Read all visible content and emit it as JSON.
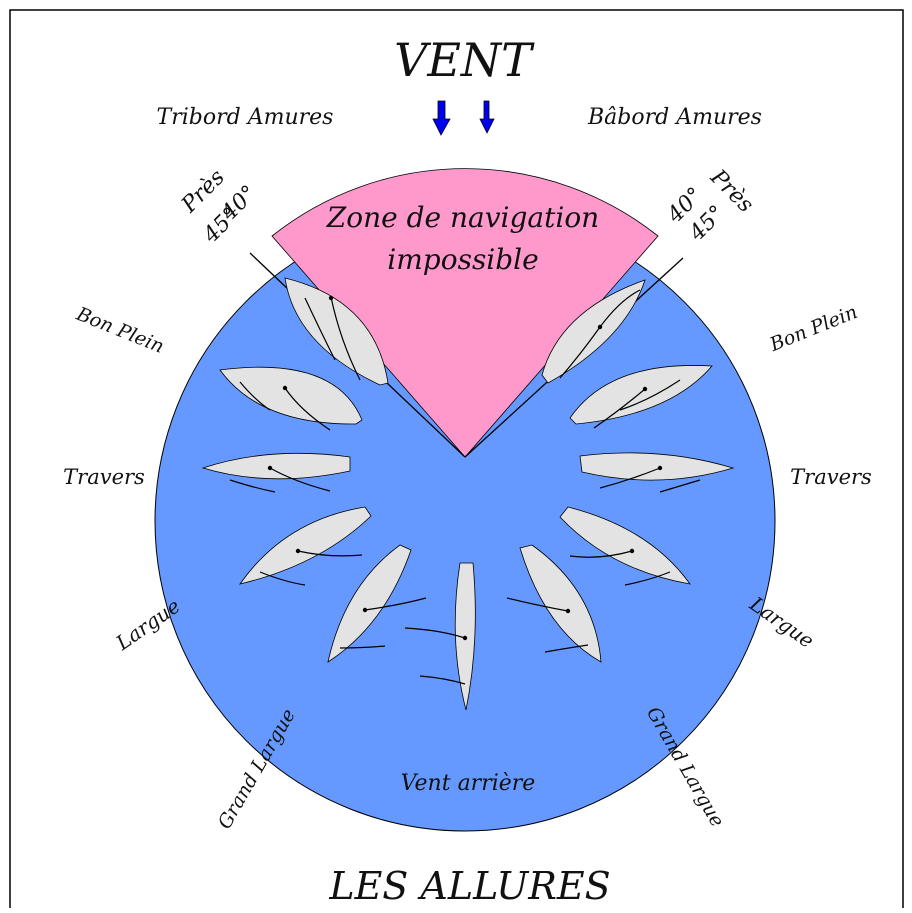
{
  "title": "VENT",
  "subtitle": "LES ALLURES",
  "sides": {
    "left": "Tribord Amures",
    "right": "Bâbord Amures"
  },
  "zone": {
    "line1": "Zone de navigation",
    "line2": "impossible"
  },
  "close_hauled": {
    "word": "Près",
    "angle_a": "40°",
    "angle_b": "45°"
  },
  "points_of_sail": {
    "bon_plein": "Bon Plein",
    "travers": "Travers",
    "largue": "Largue",
    "grand_largue": "Grand Largue",
    "vent_arriere": "Vent arrière"
  },
  "colors": {
    "circle": "#6699FF",
    "no_go_zone": "#FF99CC",
    "sail_hull": "#E3E3E3",
    "arrow": "#0000EE"
  }
}
